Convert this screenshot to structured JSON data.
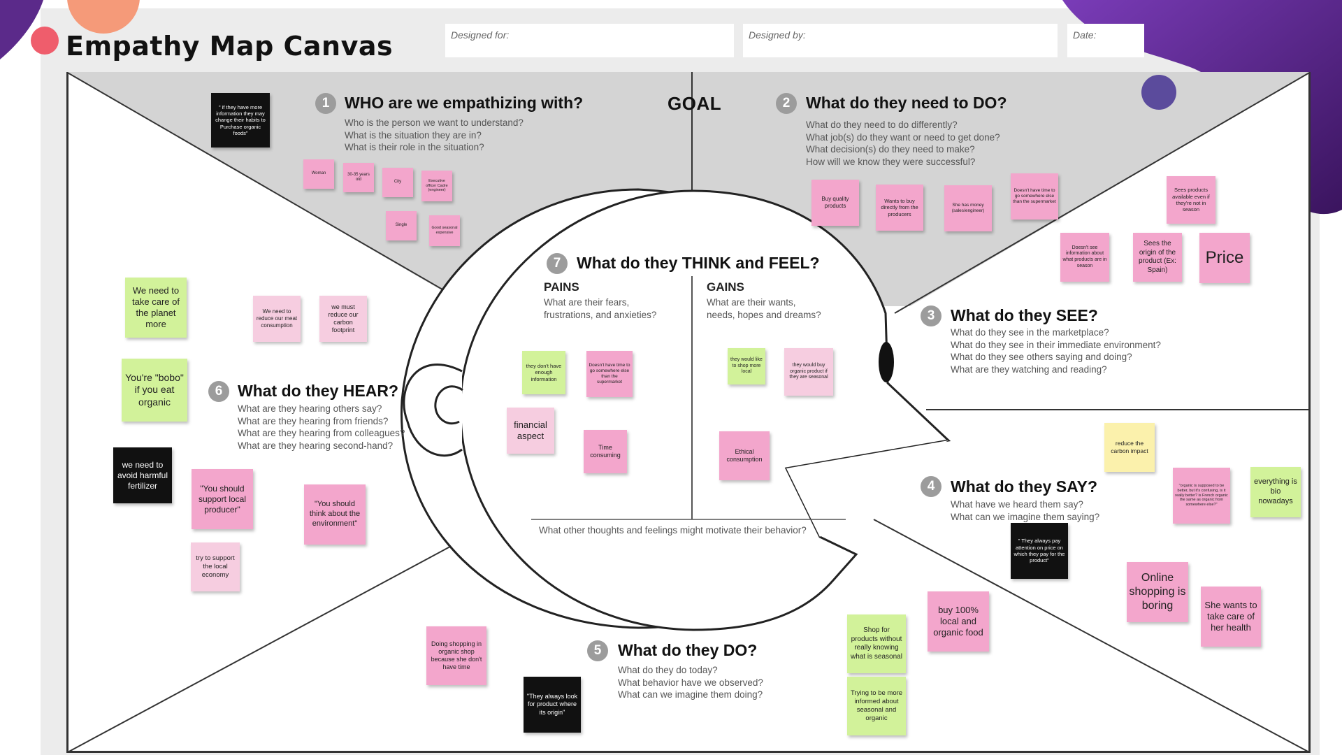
{
  "header": {
    "title": "Empathy Map Canvas",
    "designed_for_label": "Designed for:",
    "designed_by_label": "Designed by:",
    "date_label": "Date:"
  },
  "goal_label": "GOAL",
  "colors": {
    "pink": "#f3a6cc",
    "light_pink": "#f6cde0",
    "green": "#d2f29a",
    "yellow": "#fbf1ac",
    "black": "#111111",
    "top_zone": "#d4d4d4",
    "accent_purple": "#5b2a8a",
    "accent_coral": "#ef5d6c",
    "accent_peach": "#f59a79"
  },
  "sections": {
    "who": {
      "number": "1",
      "title": "WHO are we empathizing with?",
      "questions": [
        "Who is the person we want to understand?",
        "What is the situation they are in?",
        "What is their role in the situation?"
      ]
    },
    "do_need": {
      "number": "2",
      "title": "What do they need to DO?",
      "questions": [
        "What do they need to do differently?",
        "What job(s) do they want or need to get done?",
        "What decision(s) do they need to make?",
        "How will we know they were successful?"
      ]
    },
    "see": {
      "number": "3",
      "title": "What do they SEE?",
      "questions": [
        "What do they see in the marketplace?",
        "What do they see in their immediate environment?",
        "What do they see others saying and doing?",
        "What are they watching and reading?"
      ]
    },
    "say": {
      "number": "4",
      "title": "What do they SAY?",
      "questions": [
        "What have we heard them say?",
        "What can we imagine them saying?"
      ]
    },
    "do": {
      "number": "5",
      "title": "What do they DO?",
      "questions": [
        "What do they do today?",
        "What behavior have we observed?",
        "What can we imagine them doing?"
      ]
    },
    "hear": {
      "number": "6",
      "title": "What do they HEAR?",
      "questions": [
        "What are they hearing others say?",
        "What are they hearing from friends?",
        "What are they hearing from colleagues?",
        "What are they hearing second-hand?"
      ]
    },
    "think": {
      "number": "7",
      "title": "What do they THINK and FEEL?",
      "pains_title": "PAINS",
      "pains_questions": [
        "What are their fears,",
        "frustrations, and anxieties?"
      ],
      "gains_title": "GAINS",
      "gains_questions": [
        "What are their wants,",
        "needs, hopes and dreams?"
      ],
      "other": "What other thoughts and feelings might motivate their behavior?"
    }
  },
  "notes": {
    "n01": "\" if they have more information they may change their habits to Purchase organic foods\"",
    "n02": "Woman",
    "n03": "30-35 years old",
    "n04": "City",
    "n05": "Executive officer Cadre (engineer)",
    "n06": "Single",
    "n07": "Good seasonal expensive",
    "n08": "Buy quality products",
    "n09": "Wants to buy directly from the producers",
    "n10": "She has money (sales/engineer)",
    "n11": "Doesn't have time to go somewhere else than the supermarket",
    "n12": "Sees products available even if they're not in season",
    "n13": "Doesn't see information about what products are in season",
    "n14": "Sees the origin of the product (Ex: Spain)",
    "n15": "Price",
    "n16": "We need to take care of the planet more",
    "n17": "We need to reduce our meat consumption",
    "n18": "we must reduce our carbon footprint",
    "n19": "You're \"bobo\" if you eat organic",
    "n20": "we need to avoid harmful fertilizer",
    "n21": "\"You should support local producer\"",
    "n22": "\"You should think about the environment\"",
    "n23": "try to support the local economy",
    "n24": "they don't have enough information",
    "n25": "Doesn't have time to go somewhere else than the supermarket",
    "n26": "financial aspect",
    "n27": "Time consuming",
    "n28": "they would like to shop more local",
    "n29": "they would buy organic product if they are seasonal",
    "n30": "Ethical consumption",
    "n31": "reduce the carbon impact",
    "n32": "\"organic is supposed to be better, but it's confusing, is it really better? is French organic the same as organic from somewhere else?\"",
    "n33": "everything is bio nowadays",
    "n34": "\" They always pay attention on price on which they pay for the product\"",
    "n35": "Online shopping is boring",
    "n36": "She wants to take care of her health",
    "n37": "buy 100% local and organic food",
    "n38": "Shop for products without really knowing what is seasonal",
    "n39": "Trying to be more informed about seasonal and organic",
    "n40": "Doing shopping in organic shop because she don't have time",
    "n41": "\"They always look for product where its origin\""
  }
}
